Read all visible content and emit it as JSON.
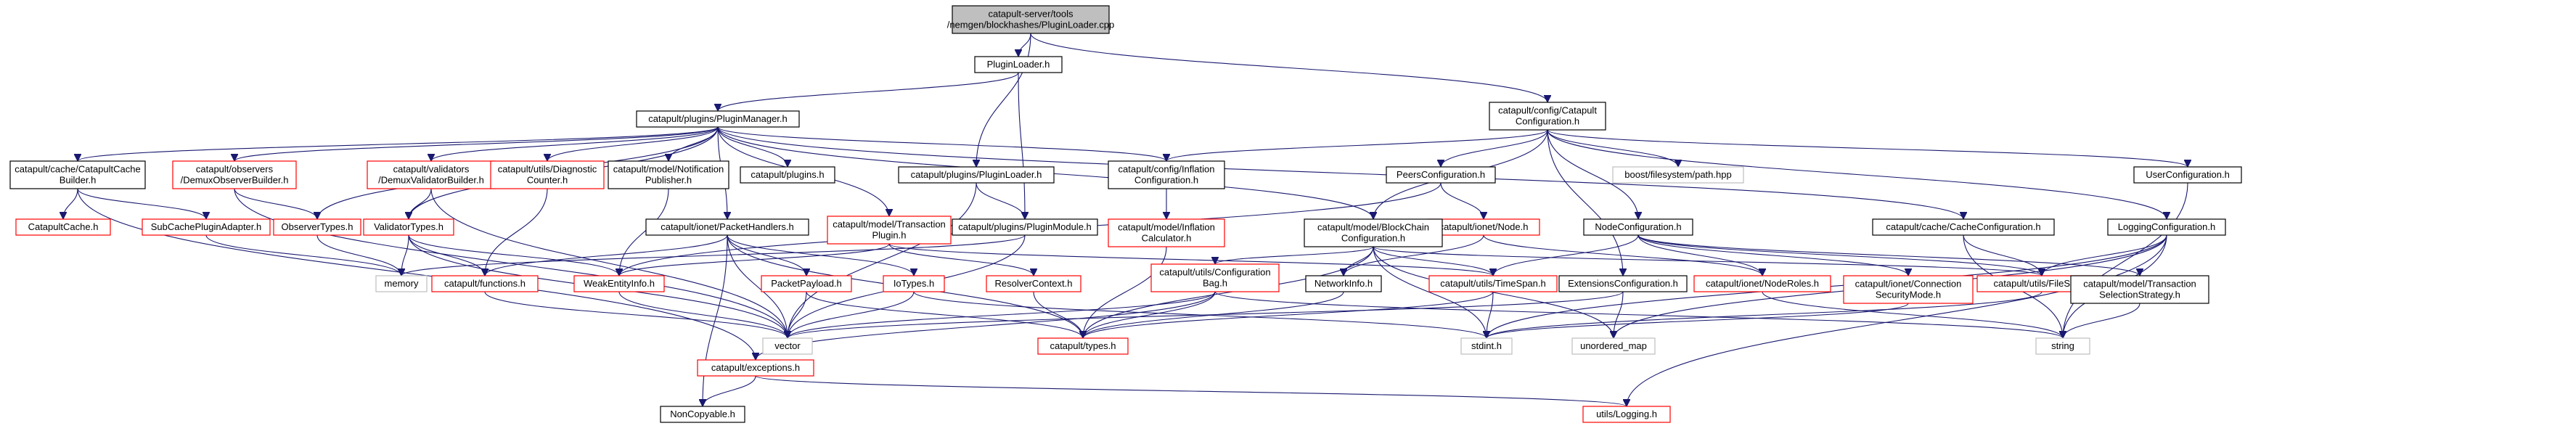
{
  "colors": {
    "root_fill": "#bfbfbf",
    "root_stroke": "#000000",
    "doc_stroke": "#000000",
    "undoc_stroke": "#ff0000",
    "system_stroke": "#bfbfbf",
    "edge": "#191970"
  },
  "nodes": [
    {
      "id": "root",
      "kind": "root",
      "lines": [
        "catapult-server/tools",
        "/nemgen/blockhashes/PluginLoader.cpp"
      ]
    },
    {
      "id": "pluginloader_h",
      "kind": "doc",
      "lines": [
        "PluginLoader.h"
      ]
    },
    {
      "id": "config_catapult",
      "kind": "doc",
      "lines": [
        "catapult/config/Catapult",
        "Configuration.h"
      ]
    },
    {
      "id": "plugin_manager",
      "kind": "doc",
      "lines": [
        "catapult/plugins/PluginManager.h"
      ]
    },
    {
      "id": "catapult_cache_builder",
      "kind": "doc",
      "lines": [
        "catapult/cache/CatapultCache",
        "Builder.h"
      ]
    },
    {
      "id": "demux_observer",
      "kind": "undoc",
      "lines": [
        "catapult/observers",
        "/DemuxObserverBuilder.h"
      ]
    },
    {
      "id": "demux_validator",
      "kind": "undoc",
      "lines": [
        "catapult/validators",
        "/DemuxValidatorBuilder.h"
      ]
    },
    {
      "id": "diagnostic_counter",
      "kind": "undoc",
      "lines": [
        "catapult/utils/Diagnostic",
        "Counter.h"
      ]
    },
    {
      "id": "notification_publisher",
      "kind": "doc",
      "lines": [
        "catapult/model/Notification",
        "Publisher.h"
      ]
    },
    {
      "id": "plugins_h",
      "kind": "doc",
      "lines": [
        "catapult/plugins.h"
      ]
    },
    {
      "id": "plugins_pluginloader",
      "kind": "doc",
      "lines": [
        "catapult/plugins/PluginLoader.h"
      ]
    },
    {
      "id": "inflation_config",
      "kind": "doc",
      "lines": [
        "catapult/config/Inflation",
        "Configuration.h"
      ]
    },
    {
      "id": "peers_config",
      "kind": "doc",
      "lines": [
        "PeersConfiguration.h"
      ]
    },
    {
      "id": "boost_fs",
      "kind": "system",
      "lines": [
        "boost/filesystem/path.hpp"
      ]
    },
    {
      "id": "user_config",
      "kind": "doc",
      "lines": [
        "UserConfiguration.h"
      ]
    },
    {
      "id": "catapult_cache_h",
      "kind": "undoc",
      "lines": [
        "CatapultCache.h"
      ]
    },
    {
      "id": "subcache_plugin_adapter",
      "kind": "undoc",
      "lines": [
        "SubCachePluginAdapter.h"
      ]
    },
    {
      "id": "observer_types",
      "kind": "undoc",
      "lines": [
        "ObserverTypes.h"
      ]
    },
    {
      "id": "validator_types",
      "kind": "undoc",
      "lines": [
        "ValidatorTypes.h"
      ]
    },
    {
      "id": "packet_handlers",
      "kind": "doc",
      "lines": [
        "catapult/ionet/PacketHandlers.h"
      ]
    },
    {
      "id": "transaction_plugin",
      "kind": "undoc",
      "lines": [
        "catapult/model/Transaction",
        "Plugin.h"
      ]
    },
    {
      "id": "plugin_module",
      "kind": "doc",
      "lines": [
        "catapult/plugins/PluginModule.h"
      ]
    },
    {
      "id": "inflation_calculator",
      "kind": "undoc",
      "lines": [
        "catapult/model/Inflation",
        "Calculator.h"
      ]
    },
    {
      "id": "ionet_node",
      "kind": "undoc",
      "lines": [
        "catapult/ionet/Node.h"
      ]
    },
    {
      "id": "blockchain_config",
      "kind": "doc",
      "lines": [
        "catapult/model/BlockChain",
        "Configuration.h"
      ]
    },
    {
      "id": "node_config",
      "kind": "doc",
      "lines": [
        "NodeConfiguration.h"
      ]
    },
    {
      "id": "cache_config",
      "kind": "doc",
      "lines": [
        "catapult/cache/CacheConfiguration.h"
      ]
    },
    {
      "id": "logging_config",
      "kind": "doc",
      "lines": [
        "LoggingConfiguration.h"
      ]
    },
    {
      "id": "memory",
      "kind": "system",
      "lines": [
        "memory"
      ]
    },
    {
      "id": "functions_h",
      "kind": "undoc",
      "lines": [
        "catapult/functions.h"
      ]
    },
    {
      "id": "weak_entity_info",
      "kind": "undoc",
      "lines": [
        "WeakEntityInfo.h"
      ]
    },
    {
      "id": "packet_payload",
      "kind": "undoc",
      "lines": [
        "PacketPayload.h"
      ]
    },
    {
      "id": "io_types",
      "kind": "undoc",
      "lines": [
        "IoTypes.h"
      ]
    },
    {
      "id": "resolver_context",
      "kind": "undoc",
      "lines": [
        "ResolverContext.h"
      ]
    },
    {
      "id": "config_bag",
      "kind": "undoc",
      "lines": [
        "catapult/utils/Configuration",
        "Bag.h"
      ]
    },
    {
      "id": "network_info",
      "kind": "doc",
      "lines": [
        "NetworkInfo.h"
      ]
    },
    {
      "id": "timespan_h",
      "kind": "undoc",
      "lines": [
        "catapult/utils/TimeSpan.h"
      ]
    },
    {
      "id": "extensions_config",
      "kind": "doc",
      "lines": [
        "ExtensionsConfiguration.h"
      ]
    },
    {
      "id": "node_roles",
      "kind": "undoc",
      "lines": [
        "catapult/ionet/NodeRoles.h"
      ]
    },
    {
      "id": "connection_security",
      "kind": "undoc",
      "lines": [
        "catapult/ionet/Connection",
        "SecurityMode.h"
      ]
    },
    {
      "id": "filesize_h",
      "kind": "undoc",
      "lines": [
        "catapult/utils/FileSize.h"
      ]
    },
    {
      "id": "transaction_selection",
      "kind": "doc",
      "lines": [
        "catapult/model/Transaction",
        "SelectionStrategy.h"
      ]
    },
    {
      "id": "vector",
      "kind": "system",
      "lines": [
        "vector"
      ]
    },
    {
      "id": "types_h",
      "kind": "undoc",
      "lines": [
        "catapult/types.h"
      ]
    },
    {
      "id": "exceptions_h",
      "kind": "undoc",
      "lines": [
        "catapult/exceptions.h"
      ]
    },
    {
      "id": "stdint_h",
      "kind": "system",
      "lines": [
        "stdint.h"
      ]
    },
    {
      "id": "unordered_map",
      "kind": "system",
      "lines": [
        "unordered_map"
      ]
    },
    {
      "id": "string",
      "kind": "system",
      "lines": [
        "string"
      ]
    },
    {
      "id": "noncopyable_h",
      "kind": "doc",
      "lines": [
        "NonCopyable.h"
      ]
    },
    {
      "id": "utils_logging",
      "kind": "undoc",
      "lines": [
        "utils/Logging.h"
      ]
    }
  ],
  "edges": [
    [
      "root",
      "pluginloader_h"
    ],
    [
      "root",
      "plugins_pluginloader"
    ],
    [
      "root",
      "config_catapult"
    ],
    [
      "pluginloader_h",
      "plugin_manager"
    ],
    [
      "pluginloader_h",
      "plugin_module"
    ],
    [
      "plugin_manager",
      "catapult_cache_builder"
    ],
    [
      "plugin_manager",
      "demux_observer"
    ],
    [
      "plugin_manager",
      "demux_validator"
    ],
    [
      "plugin_manager",
      "diagnostic_counter"
    ],
    [
      "plugin_manager",
      "notification_publisher"
    ],
    [
      "plugin_manager",
      "plugins_h"
    ],
    [
      "plugin_manager",
      "inflation_config"
    ],
    [
      "plugin_manager",
      "observer_types"
    ],
    [
      "plugin_manager",
      "validator_types"
    ],
    [
      "plugin_manager",
      "packet_handlers"
    ],
    [
      "plugin_manager",
      "transaction_plugin"
    ],
    [
      "plugin_manager",
      "blockchain_config"
    ],
    [
      "plugin_manager",
      "cache_config"
    ],
    [
      "config_catapult",
      "inflation_config"
    ],
    [
      "config_catapult",
      "peers_config"
    ],
    [
      "config_catapult",
      "boost_fs"
    ],
    [
      "config_catapult",
      "user_config"
    ],
    [
      "config_catapult",
      "blockchain_config"
    ],
    [
      "config_catapult",
      "node_config"
    ],
    [
      "config_catapult",
      "logging_config"
    ],
    [
      "config_catapult",
      "extensions_config"
    ],
    [
      "catapult_cache_builder",
      "catapult_cache_h"
    ],
    [
      "catapult_cache_builder",
      "subcache_plugin_adapter"
    ],
    [
      "catapult_cache_builder",
      "exceptions_h"
    ],
    [
      "demux_observer",
      "observer_types"
    ],
    [
      "demux_observer",
      "vector"
    ],
    [
      "demux_validator",
      "validator_types"
    ],
    [
      "demux_validator",
      "vector"
    ],
    [
      "diagnostic_counter",
      "functions_h"
    ],
    [
      "notification_publisher",
      "weak_entity_info"
    ],
    [
      "plugins_pluginloader",
      "plugin_module"
    ],
    [
      "plugins_pluginloader",
      "vector"
    ],
    [
      "inflation_config",
      "inflation_calculator"
    ],
    [
      "peers_config",
      "ionet_node"
    ],
    [
      "peers_config",
      "weak_entity_info"
    ],
    [
      "user_config",
      "string"
    ],
    [
      "subcache_plugin_adapter",
      "memory"
    ],
    [
      "observer_types",
      "memory"
    ],
    [
      "validator_types",
      "memory"
    ],
    [
      "validator_types",
      "functions_h"
    ],
    [
      "validator_types",
      "weak_entity_info"
    ],
    [
      "validator_types",
      "vector"
    ],
    [
      "packet_handlers",
      "functions_h"
    ],
    [
      "packet_handlers",
      "packet_payload"
    ],
    [
      "packet_handlers",
      "io_types"
    ],
    [
      "packet_handlers",
      "vector"
    ],
    [
      "packet_handlers",
      "types_h"
    ],
    [
      "packet_handlers",
      "noncopyable_h"
    ],
    [
      "transaction_plugin",
      "resolver_context"
    ],
    [
      "transaction_plugin",
      "weak_entity_info"
    ],
    [
      "transaction_plugin",
      "timespan_h"
    ],
    [
      "plugin_module",
      "memory"
    ],
    [
      "plugin_module",
      "vector"
    ],
    [
      "inflation_calculator",
      "types_h"
    ],
    [
      "ionet_node",
      "node_roles"
    ],
    [
      "ionet_node",
      "network_info"
    ],
    [
      "blockchain_config",
      "config_bag"
    ],
    [
      "blockchain_config",
      "network_info"
    ],
    [
      "blockchain_config",
      "timespan_h"
    ],
    [
      "blockchain_config",
      "types_h"
    ],
    [
      "blockchain_config",
      "filesize_h"
    ],
    [
      "blockchain_config",
      "stdint_h"
    ],
    [
      "blockchain_config",
      "unordered_map"
    ],
    [
      "node_config",
      "node_roles"
    ],
    [
      "node_config",
      "connection_security"
    ],
    [
      "node_config",
      "filesize_h"
    ],
    [
      "node_config",
      "transaction_selection"
    ],
    [
      "node_config",
      "timespan_h"
    ],
    [
      "cache_config",
      "filesize_h"
    ],
    [
      "cache_config",
      "string"
    ],
    [
      "logging_config",
      "filesize_h"
    ],
    [
      "logging_config",
      "utils_logging"
    ],
    [
      "logging_config",
      "string"
    ],
    [
      "logging_config",
      "stdint_h"
    ],
    [
      "logging_config",
      "unordered_map"
    ],
    [
      "functions_h",
      "vector"
    ],
    [
      "weak_entity_info",
      "vector"
    ],
    [
      "packet_payload",
      "vector"
    ],
    [
      "packet_payload",
      "types_h"
    ],
    [
      "io_types",
      "vector"
    ],
    [
      "io_types",
      "stdint_h"
    ],
    [
      "resolver_context",
      "types_h"
    ],
    [
      "config_bag",
      "exceptions_h"
    ],
    [
      "config_bag",
      "vector"
    ],
    [
      "config_bag",
      "types_h"
    ],
    [
      "config_bag",
      "string"
    ],
    [
      "network_info",
      "types_h"
    ],
    [
      "timespan_h",
      "types_h"
    ],
    [
      "timespan_h",
      "stdint_h"
    ],
    [
      "extensions_config",
      "unordered_map"
    ],
    [
      "extensions_config",
      "vector"
    ],
    [
      "node_roles",
      "string"
    ],
    [
      "connection_security",
      "stdint_h"
    ],
    [
      "filesize_h",
      "stdint_h"
    ],
    [
      "transaction_selection",
      "string"
    ],
    [
      "exceptions_h",
      "noncopyable_h"
    ],
    [
      "exceptions_h",
      "utils_logging"
    ]
  ]
}
